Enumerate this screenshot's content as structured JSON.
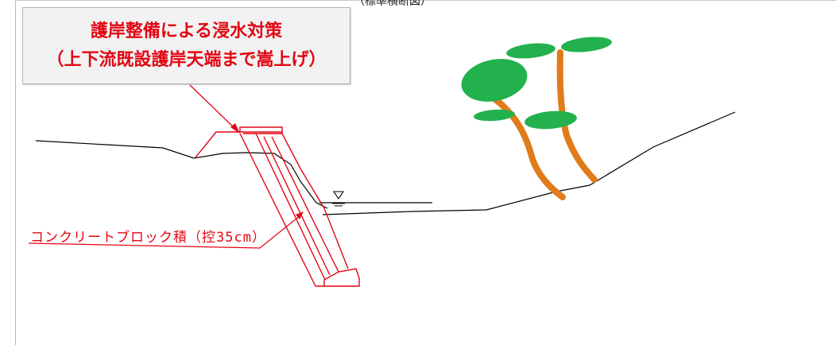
{
  "header_cut_text": "（標準横断図）",
  "callout": {
    "line1": "護岸整備による浸水対策",
    "line2": "（上下流既設護岸天端まで嵩上げ）"
  },
  "block_label": "コンクリートブロック積（控35cm）",
  "colors": {
    "annotation": "#e30613",
    "ground": "#000000",
    "tree_trunk": "#e07b1a",
    "tree_leaf": "#22b14c"
  },
  "icons": {
    "water_level": "water-level-triangle-icon",
    "trees": "tree-icon"
  }
}
